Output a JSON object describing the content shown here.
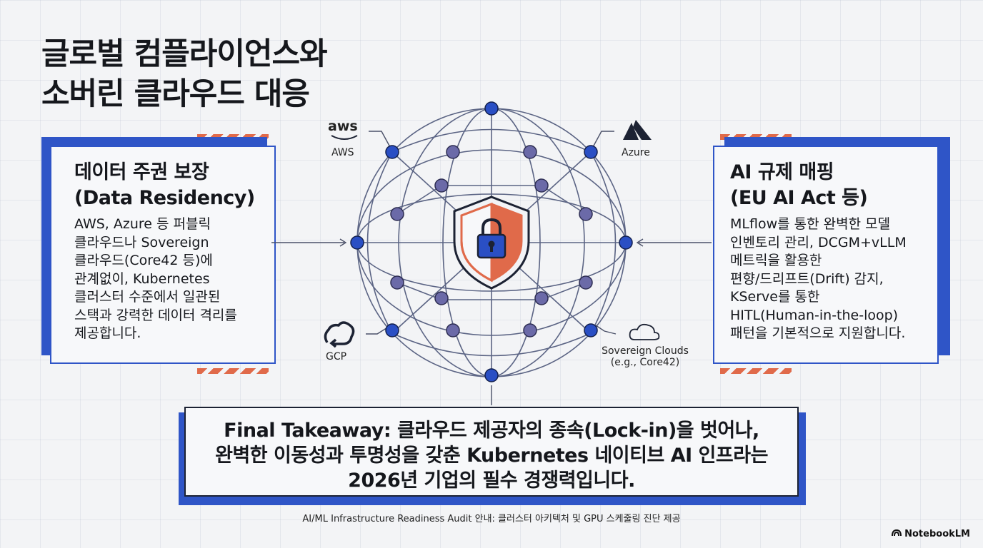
{
  "title": {
    "line1": "글로벌 컴플라이언스와",
    "line2": "소버린 클라우드 대응"
  },
  "left_card": {
    "heading1": "데이터 주권 보장",
    "heading2": "(Data Residency)",
    "body": [
      "AWS, Azure 등 퍼블릭",
      "클라우드나 Sovereign",
      "클라우드(Core42 등)에",
      "관계없이, Kubernetes",
      "클러스터 수준에서 일관된",
      "스택과 강력한 데이터 격리를",
      "제공합니다."
    ]
  },
  "right_card": {
    "heading1": "AI 규제 매핑",
    "heading2": "(EU AI Act 등)",
    "body": [
      "MLflow를 통한 완벽한 모델",
      "인벤토리 관리, DCGM+vLLM",
      "메트릭을 활용한",
      "편향/드리프트(Drift) 감지,",
      "KServe를 통한",
      "HITL(Human-in-the-loop)",
      "패턴을 기본적으로 지원합니다."
    ]
  },
  "clouds": {
    "aws_logo": "aws",
    "aws": "AWS",
    "azure": "Azure",
    "gcp": "GCP",
    "sovereign1": "Sovereign Clouds",
    "sovereign2": "(e.g., Core42)"
  },
  "takeaway": {
    "line1": "Final Takeaway: 클라우드 제공자의 종속(Lock-in)을 벗어나,",
    "line2": "완벽한 이동성과 투명성을 갖춘 Kubernetes 네이티브 AI 인프라는",
    "line3": "2026년 기업의 필수 경쟁력입니다."
  },
  "footer": "AI/ML Infrastructure Readiness Audit 안내: 클러스터 아키텍처 및 GPU 스케줄링 진단 제공",
  "brand": "NotebookLM",
  "icons": {
    "globe": "globe-network-icon",
    "shield": "shield-lock-icon",
    "azure": "azure-logo-icon",
    "gcp": "gcp-cloud-icon",
    "sovereign": "cloud-icon"
  },
  "colors": {
    "accent_blue": "#2f55c7",
    "accent_orange": "#e06a4a",
    "node_blue": "#2a4fc4",
    "node_purple": "#6b6aa8"
  }
}
